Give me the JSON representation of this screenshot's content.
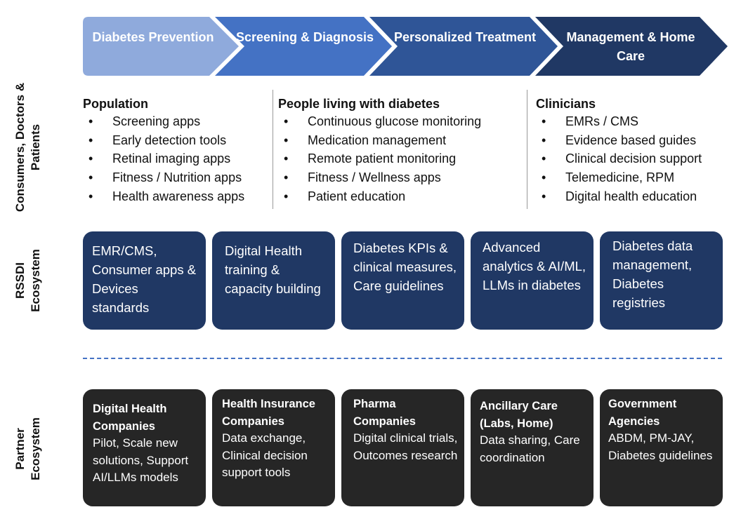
{
  "stages": [
    {
      "label": "Diabetes Prevention",
      "color": "#8faadc"
    },
    {
      "label": "Screening & Diagnosis",
      "color": "#4472c4"
    },
    {
      "label": "Personalized Treatment",
      "color": "#2f5597"
    },
    {
      "label": "Management & Home Care",
      "color": "#203864"
    }
  ],
  "rows": {
    "consumers": "Consumers, Doctors & Patients",
    "rssdi": "RSSDI Ecosystem",
    "partner": "Partner Ecosystem"
  },
  "columns": [
    {
      "title": "Population",
      "items": [
        "Screening apps",
        "Early detection tools",
        "Retinal imaging apps",
        "Fitness / Nutrition apps",
        "Health awareness apps"
      ]
    },
    {
      "title": "People living with diabetes",
      "items": [
        "Continuous glucose monitoring",
        "Medication management",
        "Remote patient monitoring",
        "Fitness / Wellness apps",
        "Patient education"
      ]
    },
    {
      "title": "Clinicians",
      "items": [
        "EMRs / CMS",
        "Evidence based guides",
        "Clinical decision support",
        "Telemedicine, RPM",
        "Digital health education"
      ]
    }
  ],
  "rssdi_boxes": [
    "EMR/CMS, Consumer apps & Devices standards",
    "Digital Health training & capacity building",
    "Diabetes KPIs & clinical measures, Care guidelines",
    "Advanced analytics & AI/ML, LLMs in diabetes",
    "Diabetes data management, Diabetes registries"
  ],
  "partner_boxes": [
    {
      "title": "Digital Health Companies",
      "text": "Pilot, Scale new solutions, Support AI/LLMs models"
    },
    {
      "title": "Health Insurance Companies",
      "text": "Data exchange, Clinical decision support tools"
    },
    {
      "title": "Pharma Companies",
      "text": "Digital clinical trials, Outcomes research"
    },
    {
      "title": "Ancillary Care (Labs, Home)",
      "text": "Data sharing, Care coordination"
    },
    {
      "title": "Government Agencies",
      "text": "ABDM, PM-JAY, Diabetes guidelines"
    }
  ]
}
